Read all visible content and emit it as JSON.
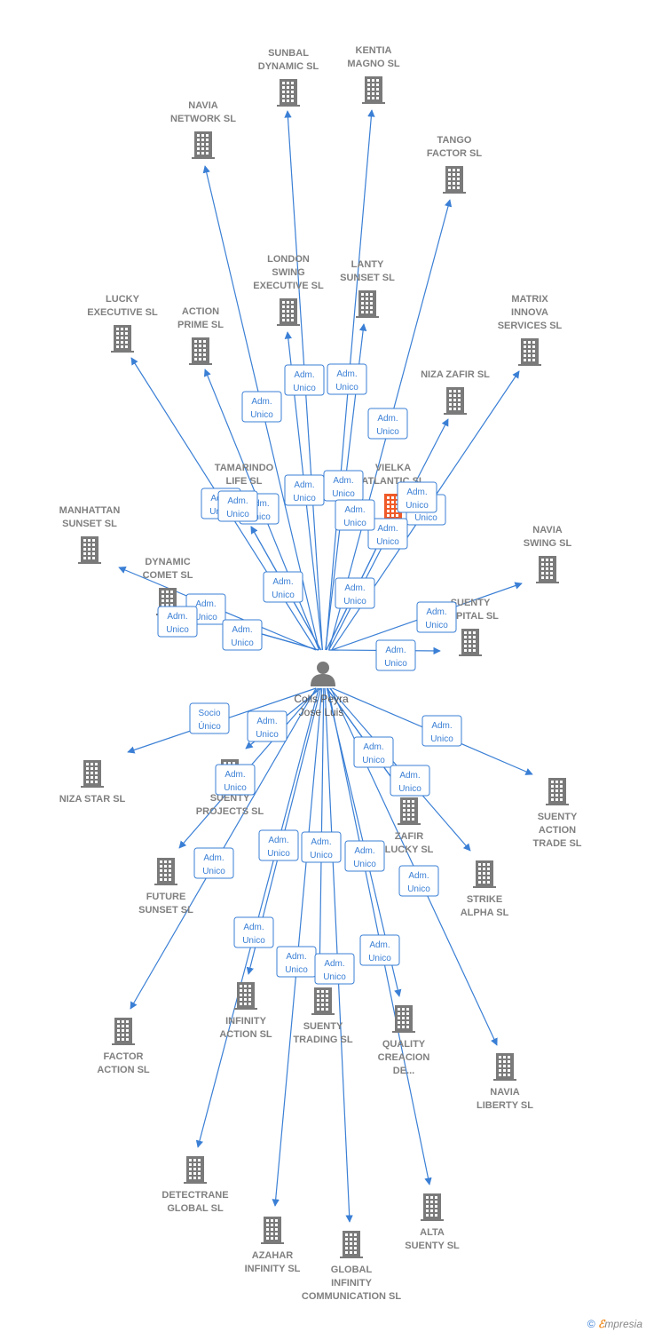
{
  "colors": {
    "edge": "#3a7fd5",
    "building": "#7a7a7a",
    "highlight": "#f05a28",
    "label": "#808080"
  },
  "center": {
    "label_lines": [
      "Colls Peyra",
      "Jose Luis"
    ],
    "icon": "person-icon"
  },
  "companies": [
    {
      "id": "sunbal",
      "lines": [
        "SUNBAL",
        "DYNAMIC SL"
      ],
      "highlight": false
    },
    {
      "id": "kentia",
      "lines": [
        "KENTIA",
        "MAGNO SL"
      ],
      "highlight": false
    },
    {
      "id": "navia-network",
      "lines": [
        "NAVIA",
        "NETWORK SL"
      ],
      "highlight": false
    },
    {
      "id": "tango",
      "lines": [
        "TANGO",
        "FACTOR SL"
      ],
      "highlight": false
    },
    {
      "id": "london",
      "lines": [
        "LONDON",
        "SWING",
        "EXECUTIVE SL"
      ],
      "highlight": false
    },
    {
      "id": "lanty",
      "lines": [
        "LANTY",
        "SUNSET SL"
      ],
      "highlight": false
    },
    {
      "id": "lucky-exec",
      "lines": [
        "LUCKY",
        "EXECUTIVE SL"
      ],
      "highlight": false
    },
    {
      "id": "action-prime",
      "lines": [
        "ACTION",
        "PRIME SL"
      ],
      "highlight": false
    },
    {
      "id": "matrix",
      "lines": [
        "MATRIX",
        "INNOVA",
        "SERVICES SL"
      ],
      "highlight": false
    },
    {
      "id": "niza-zafir",
      "lines": [
        "NIZA ZAFIR SL"
      ],
      "highlight": false
    },
    {
      "id": "tamarindo",
      "lines": [
        "TAMARINDO",
        "LIFE SL"
      ],
      "highlight": false
    },
    {
      "id": "vielka",
      "lines": [
        "VIELKA",
        "ATLANTIC SL"
      ],
      "highlight": true
    },
    {
      "id": "manhattan",
      "lines": [
        "MANHATTAN",
        "SUNSET SL"
      ],
      "highlight": false
    },
    {
      "id": "navia-swing",
      "lines": [
        "NAVIA",
        "SWING SL"
      ],
      "highlight": false
    },
    {
      "id": "dynamic-comet",
      "lines": [
        "DYNAMIC",
        "COMET SL"
      ],
      "highlight": false
    },
    {
      "id": "suenty-capital",
      "lines": [
        "SUENTY",
        "CAPITAL SL"
      ],
      "highlight": false
    },
    {
      "id": "niza-star",
      "lines": [
        "NIZA STAR SL"
      ],
      "highlight": false
    },
    {
      "id": "suenty-projects",
      "lines": [
        "SUENTY",
        "PROJECTS SL"
      ],
      "highlight": false
    },
    {
      "id": "suenty-action-trade",
      "lines": [
        "SUENTY",
        "ACTION",
        "TRADE SL"
      ],
      "highlight": false
    },
    {
      "id": "zafir-lucky",
      "lines": [
        "ZAFIR",
        "LUCKY SL"
      ],
      "highlight": false
    },
    {
      "id": "future-sunset",
      "lines": [
        "FUTURE",
        "SUNSET SL"
      ],
      "highlight": false
    },
    {
      "id": "strike-alpha",
      "lines": [
        "STRIKE",
        "ALPHA SL"
      ],
      "highlight": false
    },
    {
      "id": "factor-action",
      "lines": [
        "FACTOR",
        "ACTION SL"
      ],
      "highlight": false
    },
    {
      "id": "infinity-action",
      "lines": [
        "INFINITY",
        "ACTION SL"
      ],
      "highlight": false
    },
    {
      "id": "suenty-trading",
      "lines": [
        "SUENTY",
        "TRADING SL"
      ],
      "highlight": false
    },
    {
      "id": "quality",
      "lines": [
        "QUALITY",
        "CREACION",
        "DE..."
      ],
      "highlight": false
    },
    {
      "id": "navia-liberty",
      "lines": [
        "NAVIA",
        "LIBERTY SL"
      ],
      "highlight": false
    },
    {
      "id": "detectrane",
      "lines": [
        "DETECTRANE",
        "GLOBAL  SL"
      ],
      "highlight": false
    },
    {
      "id": "azahar",
      "lines": [
        "AZAHAR",
        "INFINITY SL"
      ],
      "highlight": false
    },
    {
      "id": "global-infinity",
      "lines": [
        "GLOBAL",
        "INFINITY",
        "COMMUNICATION SL"
      ],
      "highlight": false
    },
    {
      "id": "alta-suenty",
      "lines": [
        "ALTA",
        "SUENTY SL"
      ],
      "highlight": false
    }
  ],
  "relations": [
    {
      "target": "sunbal",
      "role": [
        "Adm.",
        "Unico"
      ]
    },
    {
      "target": "kentia",
      "role": [
        "Adm.",
        "Unico"
      ]
    },
    {
      "target": "navia-network",
      "role": [
        "Adm.",
        "Unico"
      ]
    },
    {
      "target": "tango",
      "role": [
        "Adm.",
        "Unico"
      ]
    },
    {
      "target": "london",
      "role": [
        "Adm.",
        "Unico"
      ]
    },
    {
      "target": "lanty",
      "role": [
        "Adm.",
        "Unico"
      ]
    },
    {
      "target": "lucky-exec",
      "role": [
        "Adm.",
        "Unico"
      ]
    },
    {
      "target": "action-prime",
      "role": [
        "Adm.",
        "Unico"
      ]
    },
    {
      "target": "matrix",
      "role": [
        "Adm.",
        "Unico"
      ]
    },
    {
      "target": "niza-zafir",
      "role": [
        "Adm.",
        "Unico"
      ]
    },
    {
      "target": "tamarindo",
      "role": [
        "Adm.",
        "Unico"
      ]
    },
    {
      "target": "vielka",
      "role": [
        "Adm.",
        "Unico"
      ]
    },
    {
      "target": "manhattan",
      "role": [
        "Adm.",
        "Unico"
      ]
    },
    {
      "target": "navia-swing",
      "role": [
        "Adm.",
        "Unico"
      ]
    },
    {
      "target": "dynamic-comet",
      "role": [
        "Adm.",
        "Unico"
      ]
    },
    {
      "target": "suenty-capital",
      "role": [
        "Adm.",
        "Unico"
      ]
    },
    {
      "target": "niza-star",
      "role": [
        "Socio",
        "Único"
      ]
    },
    {
      "target": "suenty-projects",
      "role": [
        "Adm.",
        "Unico"
      ]
    },
    {
      "target": "suenty-action-trade",
      "role": [
        "Adm.",
        "Unico"
      ]
    },
    {
      "target": "zafir-lucky",
      "role": [
        "Adm.",
        "Unico"
      ]
    },
    {
      "target": "future-sunset",
      "role": [
        "Adm.",
        "Unico"
      ]
    },
    {
      "target": "strike-alpha",
      "role": [
        "Adm.",
        "Unico"
      ]
    },
    {
      "target": "factor-action",
      "role": [
        "Adm.",
        "Unico"
      ]
    },
    {
      "target": "infinity-action",
      "role": [
        "Adm.",
        "Unico"
      ]
    },
    {
      "target": "suenty-trading",
      "role": [
        "Adm.",
        "Unico"
      ]
    },
    {
      "target": "quality",
      "role": [
        "Adm.",
        "Unico"
      ]
    },
    {
      "target": "navia-liberty",
      "role": [
        "Adm.",
        "Unico"
      ]
    },
    {
      "target": "detectrane",
      "role": [
        "Adm.",
        "Unico"
      ]
    },
    {
      "target": "azahar",
      "role": [
        "Adm.",
        "Unico"
      ]
    },
    {
      "target": "global-infinity",
      "role": [
        "Adm.",
        "Unico"
      ]
    },
    {
      "target": "alta-suenty",
      "role": [
        "Adm.",
        "Unico"
      ]
    },
    {
      "target": "zafir-lucky",
      "role": [
        "Adm.",
        "Unico"
      ]
    },
    {
      "target": "dynamic-comet",
      "role": [
        "Adm.",
        "Unico"
      ]
    },
    {
      "target": "vielka",
      "role": [
        "Adm.",
        "Unico"
      ]
    },
    {
      "target": "tamarindo",
      "role": [
        "Adm.",
        "Unico"
      ]
    }
  ],
  "footer": {
    "copyright": "©",
    "brand_e": "ℰ",
    "brand_rest": "mpresia"
  }
}
